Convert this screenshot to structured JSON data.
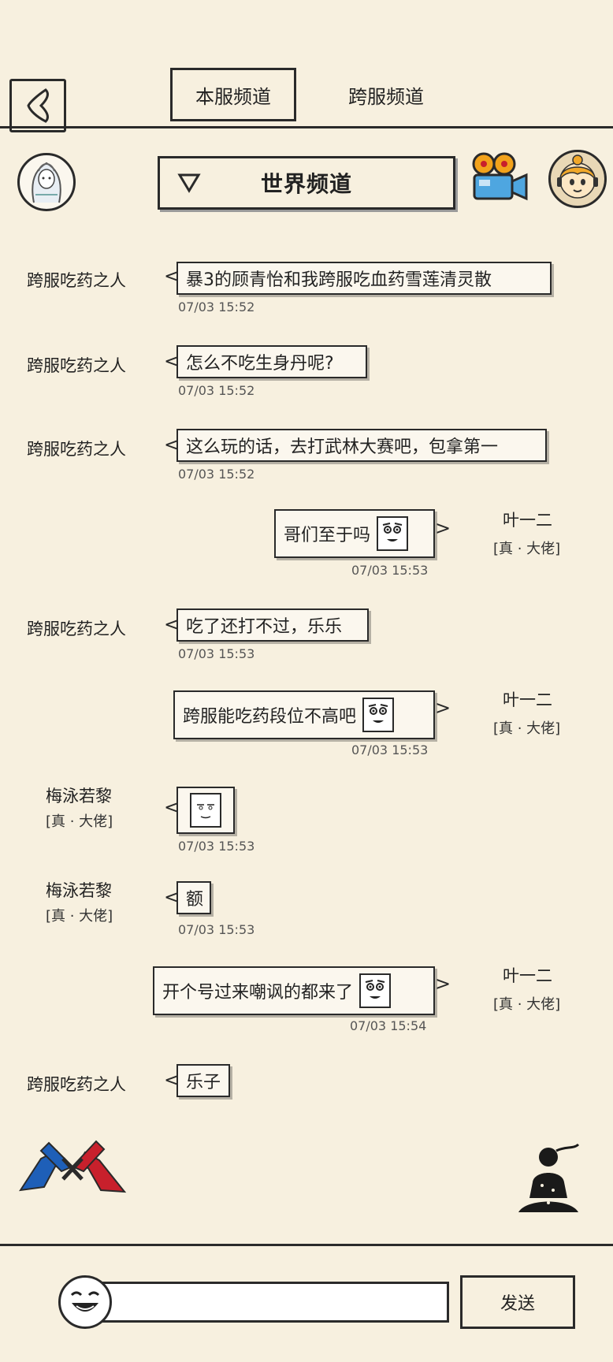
{
  "tabs": {
    "local": "本服频道",
    "cross": "跨服频道"
  },
  "channel": {
    "title": "世界频道"
  },
  "messages": [
    {
      "side": "left",
      "name": "跨服吃药之人",
      "text": "暴3的顾青怡和我跨服吃血药雪莲清灵散",
      "time": "07/03 15:52"
    },
    {
      "side": "left",
      "name": "跨服吃药之人",
      "text": "怎么不吃生身丹呢?",
      "time": "07/03 15:52"
    },
    {
      "side": "left",
      "name": "跨服吃药之人",
      "text": "这么玩的话，去打武林大赛吧，包拿第一",
      "time": "07/03 15:52"
    },
    {
      "side": "right",
      "name": "叶一二",
      "badge": "[真 · 大佬]",
      "text": "哥们至于吗",
      "time": "07/03 15:53"
    },
    {
      "side": "left",
      "name": "跨服吃药之人",
      "text": "吃了还打不过，乐乐",
      "time": "07/03 15:53"
    },
    {
      "side": "right",
      "name": "叶一二",
      "badge": "[真 · 大佬]",
      "text": "跨服能吃药段位不高吧",
      "time": "07/03 15:53"
    },
    {
      "side": "left",
      "name": "梅泳若黎",
      "badge": "[真 · 大佬]",
      "text": "",
      "time": "07/03 15:53"
    },
    {
      "side": "left",
      "name": "梅泳若黎",
      "badge": "[真 · 大佬]",
      "text": "额",
      "time": "07/03 15:53"
    },
    {
      "side": "right",
      "name": "叶一二",
      "badge": "[真 · 大佬]",
      "text": "开个号过来嘲讽的都来了",
      "time": "07/03 15:54"
    },
    {
      "side": "left",
      "name": "跨服吃药之人",
      "text": "乐子",
      "time": ""
    }
  ],
  "input": {
    "placeholder": ""
  },
  "send": {
    "label": "发送"
  },
  "colors": {
    "background": "#f7f0df",
    "ink": "#2a2a2a",
    "red": "#c8202c",
    "blue": "#1e5fb8"
  },
  "icons": {
    "back": "back-chevron-icon",
    "dropdown": "triangle-down-icon",
    "camera": "movie-camera-icon",
    "emoji": "laughing-face-icon"
  }
}
